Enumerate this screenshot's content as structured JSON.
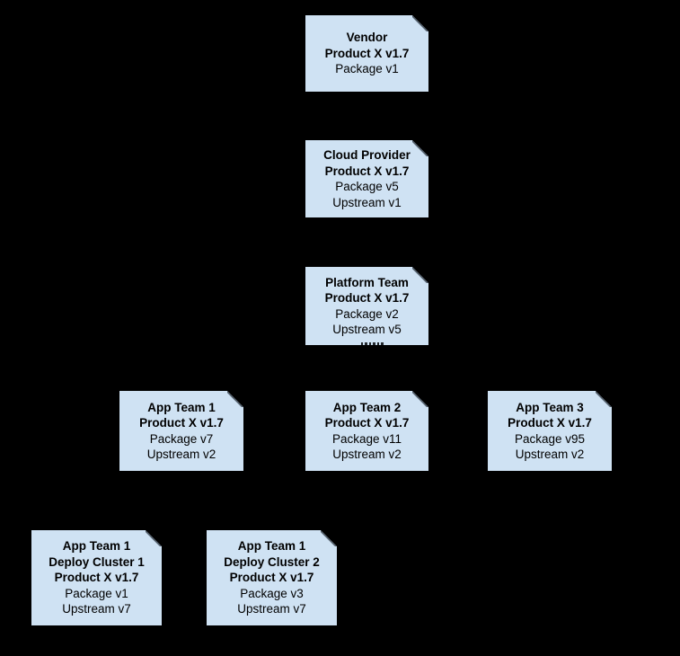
{
  "theme": {
    "background": "#000000",
    "node_fill": "#cfe2f3",
    "node_text": "#000000",
    "fold_edge": "#4e5a66"
  },
  "diagram": {
    "description": "Software supply chain version flow diagram with folded-corner note shapes",
    "nodes": [
      {
        "id": "vendor",
        "lines": [
          {
            "text": "Vendor",
            "bold": true
          },
          {
            "text": "Product X v1.7",
            "bold": true
          },
          {
            "text": "Package v1",
            "bold": false
          }
        ]
      },
      {
        "id": "cloud-provider",
        "lines": [
          {
            "text": "Cloud Provider",
            "bold": true
          },
          {
            "text": "Product X v1.7",
            "bold": true
          },
          {
            "text": "Package v5",
            "bold": false
          },
          {
            "text": "Upstream v1",
            "bold": false
          }
        ]
      },
      {
        "id": "platform-team",
        "lines": [
          {
            "text": "Platform Team",
            "bold": true
          },
          {
            "text": "Product X v1.7",
            "bold": true
          },
          {
            "text": "Package v2",
            "bold": false
          },
          {
            "text": "Upstream v5",
            "bold": false
          }
        ]
      },
      {
        "id": "app-team-1",
        "lines": [
          {
            "text": "App Team 1",
            "bold": true
          },
          {
            "text": "Product X v1.7",
            "bold": true
          },
          {
            "text": "Package v7",
            "bold": false
          },
          {
            "text": "Upstream v2",
            "bold": false
          }
        ]
      },
      {
        "id": "app-team-2",
        "lines": [
          {
            "text": "App Team 2",
            "bold": true
          },
          {
            "text": "Product X v1.7",
            "bold": true
          },
          {
            "text": "Package v11",
            "bold": false
          },
          {
            "text": "Upstream v2",
            "bold": false
          }
        ]
      },
      {
        "id": "app-team-3",
        "lines": [
          {
            "text": "App Team 3",
            "bold": true
          },
          {
            "text": "Product X v1.7",
            "bold": true
          },
          {
            "text": "Package v95",
            "bold": false
          },
          {
            "text": "Upstream v2",
            "bold": false
          }
        ]
      },
      {
        "id": "app-team-1-deploy-cluster-1",
        "lines": [
          {
            "text": "App Team 1",
            "bold": true
          },
          {
            "text": "Deploy Cluster 1",
            "bold": true
          },
          {
            "text": "Product X v1.7",
            "bold": true
          },
          {
            "text": "Package v1",
            "bold": false
          },
          {
            "text": "Upstream v7",
            "bold": false
          }
        ]
      },
      {
        "id": "app-team-1-deploy-cluster-2",
        "lines": [
          {
            "text": "App Team 1",
            "bold": true
          },
          {
            "text": "Deploy Cluster 2",
            "bold": true
          },
          {
            "text": "Product X v1.7",
            "bold": true
          },
          {
            "text": "Package v3",
            "bold": false
          },
          {
            "text": "Upstream v7",
            "bold": false
          }
        ]
      }
    ]
  }
}
